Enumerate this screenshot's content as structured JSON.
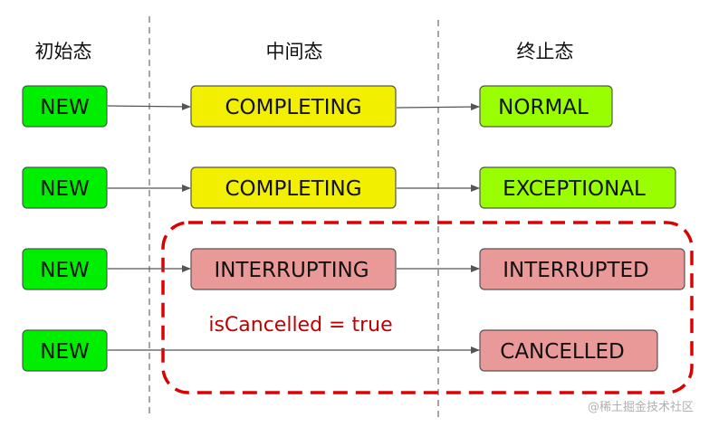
{
  "headers": {
    "initial": "初始态",
    "intermediate": "中间态",
    "final": "终止态"
  },
  "colors": {
    "new": "#00ee00",
    "completing": "#f2ef00",
    "normal": "#99ff00",
    "interrupt": "#ea9999",
    "highlight": "#dd0000",
    "arrow": "#555555",
    "divider": "#888888"
  },
  "rows": [
    {
      "from": "NEW",
      "mid": "COMPLETING",
      "to": "NORMAL"
    },
    {
      "from": "NEW",
      "mid": "COMPLETING",
      "to": "EXCEPTIONAL"
    },
    {
      "from": "NEW",
      "mid": "INTERRUPTING",
      "to": "INTERRUPTED"
    },
    {
      "from": "NEW",
      "mid": "",
      "to": "CANCELLED"
    }
  ],
  "note": "isCancelled = true",
  "watermark": "@稀土掘金技术社区"
}
